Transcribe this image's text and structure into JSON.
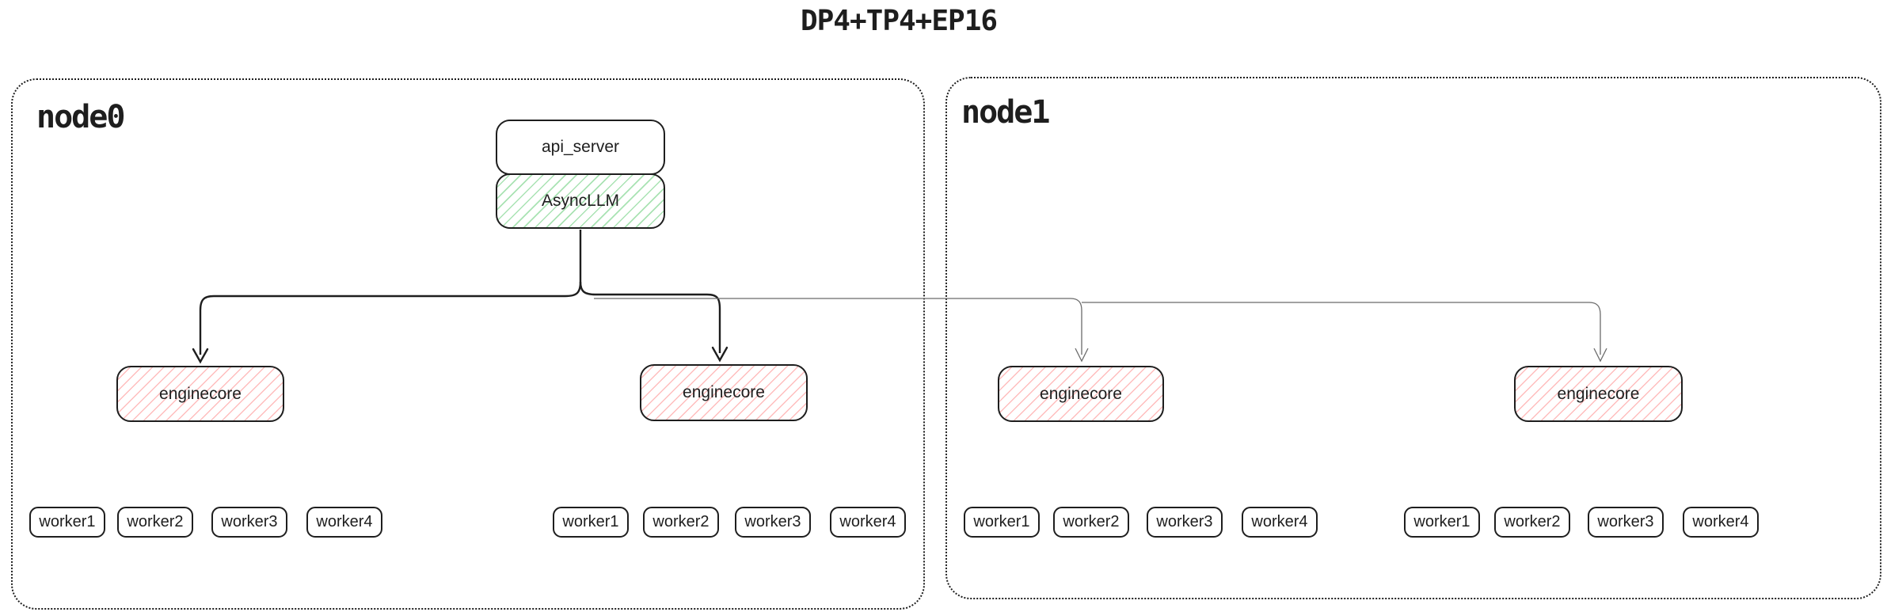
{
  "title": "DP4+TP4+EP16",
  "colors": {
    "stroke": "#1e1e1e",
    "green_hatch": "#40c057",
    "red_hatch": "#ff8787",
    "thin_connector": "#6b6b6b",
    "background": "#ffffff"
  },
  "nodes": [
    {
      "label": "node0"
    },
    {
      "label": "node1"
    }
  ],
  "api_server": {
    "label": "api_server"
  },
  "async_llm": {
    "label": "AsyncLLM"
  },
  "enginecores": [
    {
      "label": "enginecore",
      "node": "node0"
    },
    {
      "label": "enginecore",
      "node": "node0"
    },
    {
      "label": "enginecore",
      "node": "node1"
    },
    {
      "label": "enginecore",
      "node": "node1"
    }
  ],
  "worker_groups": [
    {
      "workers": [
        "worker1",
        "worker2",
        "worker3",
        "worker4"
      ]
    },
    {
      "workers": [
        "worker1",
        "worker2",
        "worker3",
        "worker4"
      ]
    },
    {
      "workers": [
        "worker1",
        "worker2",
        "worker3",
        "worker4"
      ]
    },
    {
      "workers": [
        "worker1",
        "worker2",
        "worker3",
        "worker4"
      ]
    }
  ]
}
